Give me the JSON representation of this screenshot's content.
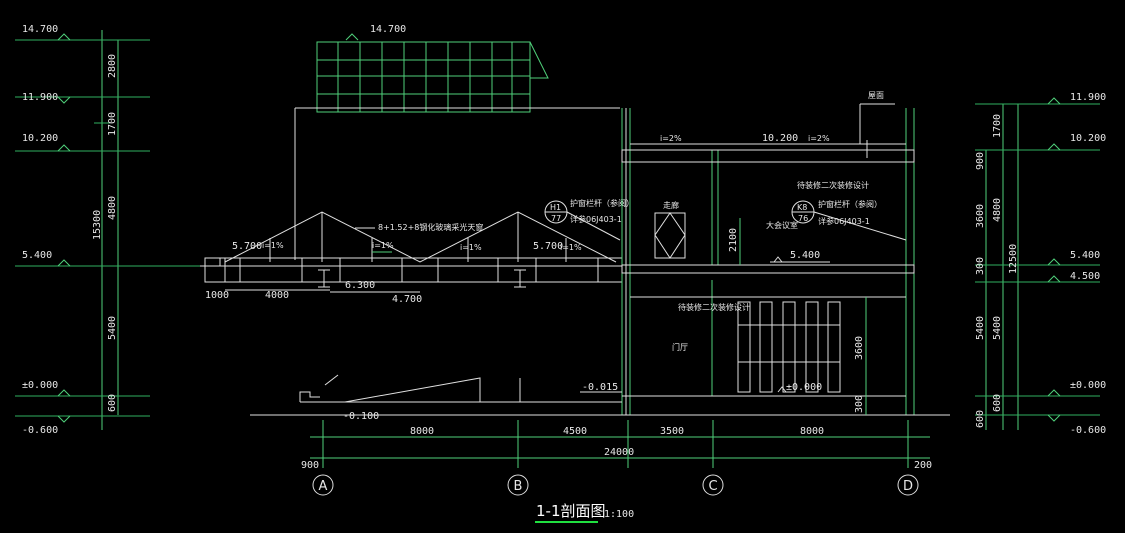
{
  "drawing": {
    "title": "1-1剖面图",
    "scale": "1:100"
  },
  "left_elev": {
    "top": "14.700",
    "l2": "11.900",
    "l3": "10.200",
    "l4": "5.400",
    "l5": "±0.000",
    "l6": "-0.600"
  },
  "left_dims": {
    "d1": "2800",
    "d2": "1700",
    "d3": "4800",
    "d4": "5400",
    "d5": "600",
    "total": "15300"
  },
  "right_elev": {
    "top": "11.900",
    "l2": "10.200",
    "l3": "5.400",
    "l4": "4.500",
    "l5": "±0.000",
    "l6": "-0.600"
  },
  "right_dims": {
    "a1": "1700",
    "a2": "4800",
    "a3": "5400",
    "a4": "600",
    "b1": "900",
    "b2": "3600",
    "b3": "300",
    "b4": "5400",
    "b5": "600",
    "total": "12500"
  },
  "labels": {
    "roof_top": "14.700",
    "glass_roof": "8+1.52+8钢化玻璃采光天窗",
    "slope1": "i=1%",
    "slope2": "i=1%",
    "slope3": "i=1%",
    "slope4": "i=1%",
    "elev_570a": "5.700",
    "elev_570b": "5.700",
    "dim_4000": "4000",
    "dim_1000": "1000",
    "elev_6300": "6.300",
    "elev_4700": "4.700",
    "callout_h1": "H1",
    "callout_h1_n": "77",
    "rail_note1": "护窗栏杆（参阅）",
    "std_note1": "详参06J403-1",
    "callout_k8": "K8",
    "callout_k8_n": "76",
    "rail_note2": "护窗栏杆（参阅）",
    "std_note2": "详参06J403-1",
    "roof_slope_a": "i=2%",
    "roof_slope_b": "i=2%",
    "roof_elev": "10.200",
    "parapet": "屋面",
    "stair": "走廊",
    "hall_big": "大会议室",
    "note_deco1": "待装修二次装修设计",
    "note_deco2": "待装修二次装修设计",
    "dim_2100": "2100",
    "floor_5400": "5.400",
    "lobby": "门厅",
    "dim_3600": "3600",
    "dim_300": "300",
    "elev_0015": "-0.015",
    "elev_000": "±0.000",
    "elev_0100": "-0.100"
  },
  "bottom_dims": {
    "s1": "8000",
    "s2": "4500",
    "s3": "3500",
    "s4": "8000",
    "total": "24000",
    "left_off": "900",
    "right_off": "200"
  },
  "axes": [
    "A",
    "B",
    "C",
    "D"
  ]
}
